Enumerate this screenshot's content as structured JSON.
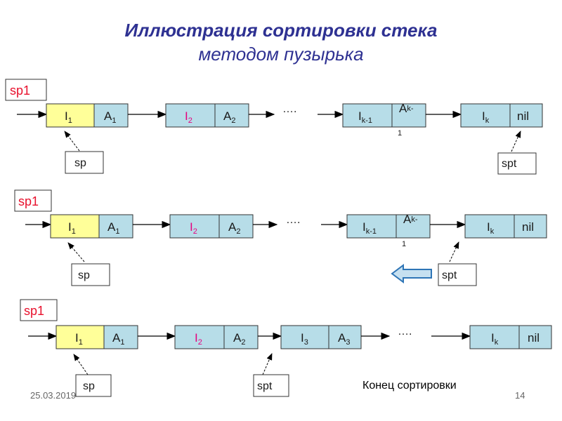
{
  "title_line1": "Иллюстрация сортировки стека",
  "title_line2": "методом пузырька",
  "labels": {
    "sp1": "sp1",
    "sp": "sp",
    "spt": "spt",
    "dots": "….",
    "nil": "nil",
    "I": "I",
    "A": "A",
    "sub_1": "1",
    "sub_2": "2",
    "sub_3": "3",
    "sub_k": "k",
    "sub_k1": "k-1",
    "sub_k_dash": "k-",
    "caption": "Конец сортировки",
    "date": "25.03.2019",
    "page": "14"
  },
  "colors": {
    "title": "#2e3192",
    "cell_blue": "#b7dde8",
    "cell_yellow": "#ffff99",
    "label_red": "#e8112d",
    "label_pink": "#e6007e",
    "arrow_fill": "#c6e0f0",
    "arrow_stroke": "#2e75b6"
  }
}
